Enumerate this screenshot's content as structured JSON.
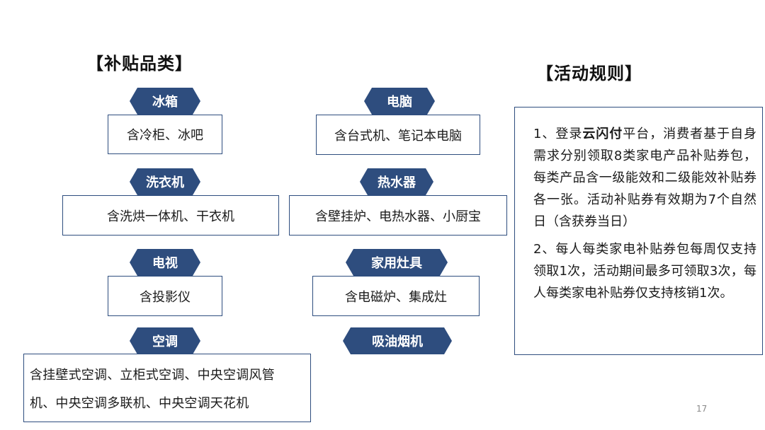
{
  "left_title": "【补贴品类】",
  "right_title": "【活动规则】",
  "categories": [
    {
      "tag": "冰箱",
      "detail": "含冷柜、冰吧"
    },
    {
      "tag": "洗衣机",
      "detail": "含洗烘一体机、干衣机"
    },
    {
      "tag": "电视",
      "detail": "含投影仪"
    },
    {
      "tag": "空调",
      "detail_lines": [
        "含挂壁式空调、立柜式空调、中央空调风管",
        "机、中央空调多联机、中央空调天花机"
      ]
    },
    {
      "tag": "电脑",
      "detail": "含台式机、笔记本电脑"
    },
    {
      "tag": "热水器",
      "detail": "含壁挂炉、电热水器、小厨宝"
    },
    {
      "tag": "家用灶具",
      "detail": "含电磁炉、集成灶"
    },
    {
      "tag": "吸油烟机"
    }
  ],
  "rules": {
    "rule1_prefix": "1、登录",
    "rule1_bold": "云闪付",
    "rule1_rest": "平台，消费者基于自身需求分别领取8类家电产品补贴券包，每类产品含一级能效和二级能效补贴券各一张。活动补贴券有效期为7个自然日（含获券当日）",
    "rule2": "2、每人每类家电补贴券包每周仅支持领取1次，活动期间最多可领取3次，每人每类家电补贴券仅支持核销1次。"
  },
  "page_number": "17"
}
